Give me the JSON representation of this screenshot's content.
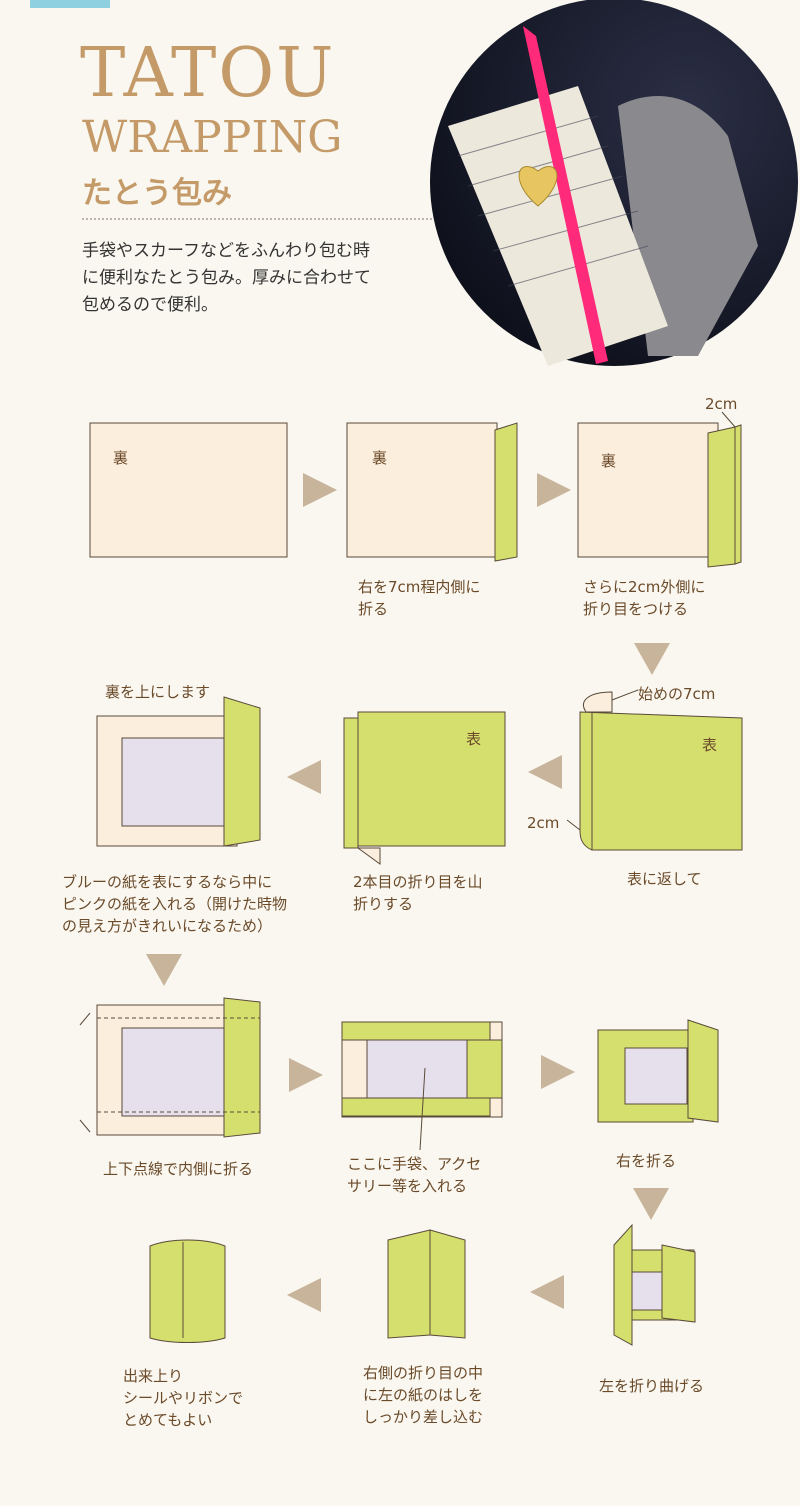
{
  "header": {
    "title_line1": "TATOU",
    "title_line2": "WRAPPING",
    "title_ja": "たとう包み",
    "intro": "手袋やスカーフなどをふんわり包む時\nに便利なたとう包み。厚みに合わせて\n包めるので便利。"
  },
  "colors": {
    "background": "#f9f7ef",
    "paper": "#fbeedd",
    "green": "#d5df6e",
    "lavender": "#e6e0ec",
    "arrow": "#c8b49a",
    "title": "#c49a68"
  },
  "labels": {
    "back": "裏",
    "front": "表",
    "two_cm": "2cm",
    "first_7cm": "始めの7cm",
    "back_up": "裏を上にします"
  },
  "steps": [
    {
      "caption": "右を7cm程内側に\n折る"
    },
    {
      "caption": "さらに2cm外側に\n折り目をつける"
    },
    {
      "caption": "表に返して"
    },
    {
      "caption": "2本目の折り目を山\n折りする"
    },
    {
      "caption": "ブルーの紙を表にするなら中に\nピンクの紙を入れる（開けた時物\nの見え方がきれいになるため）"
    },
    {
      "caption": "上下点線で内側に折る"
    },
    {
      "caption": "ここに手袋、アクセ\nサリー等を入れる"
    },
    {
      "caption": "右を折る"
    },
    {
      "caption": "左を折り曲げる"
    },
    {
      "caption": "右側の折り目の中\nに左の紙のはしを\nしっかり差し込む"
    },
    {
      "caption": "出来上り\nシールやリボンで\nとめてもよい"
    }
  ]
}
